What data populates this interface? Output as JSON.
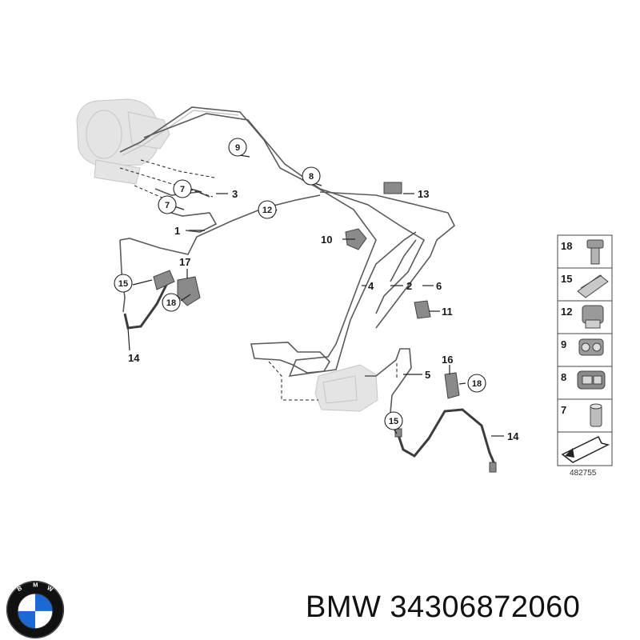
{
  "diagram": {
    "callouts": [
      {
        "id": "c9",
        "label": "9"
      },
      {
        "id": "c8",
        "label": "8"
      },
      {
        "id": "c7a",
        "label": "7"
      },
      {
        "id": "c7b",
        "label": "7"
      },
      {
        "id": "c12",
        "label": "12"
      },
      {
        "id": "c15a",
        "label": "15"
      },
      {
        "id": "c18a",
        "label": "18"
      },
      {
        "id": "c15b",
        "label": "15"
      },
      {
        "id": "c18b",
        "label": "18"
      }
    ],
    "labels": [
      {
        "id": "l3",
        "label": "3"
      },
      {
        "id": "l1",
        "label": "1"
      },
      {
        "id": "l13",
        "label": "13"
      },
      {
        "id": "l10",
        "label": "10"
      },
      {
        "id": "l17",
        "label": "17"
      },
      {
        "id": "l4",
        "label": "4"
      },
      {
        "id": "l2",
        "label": "2"
      },
      {
        "id": "l6",
        "label": "6"
      },
      {
        "id": "l11",
        "label": "11"
      },
      {
        "id": "l14a",
        "label": "14"
      },
      {
        "id": "l16",
        "label": "16"
      },
      {
        "id": "l5",
        "label": "5"
      },
      {
        "id": "l14b",
        "label": "14"
      }
    ],
    "parts_table": [
      {
        "number": "18",
        "icon": "bolt-icon"
      },
      {
        "number": "15",
        "icon": "spring-clip-icon"
      },
      {
        "number": "12",
        "icon": "pipe-clip-icon"
      },
      {
        "number": "9",
        "icon": "pipe-clip-icon"
      },
      {
        "number": "8",
        "icon": "pipe-clip-icon"
      },
      {
        "number": "7",
        "icon": "sleeve-icon"
      },
      {
        "number": "",
        "icon": "arrow-marker-icon"
      }
    ],
    "document_number": "482755"
  },
  "brand": {
    "name": "BMW",
    "part_number": "34306872060",
    "caption": "BMW 34306872060",
    "logo_letters": "BMW",
    "colors": {
      "blue": "#1c69d4",
      "black": "#111111",
      "white": "#ffffff"
    }
  }
}
